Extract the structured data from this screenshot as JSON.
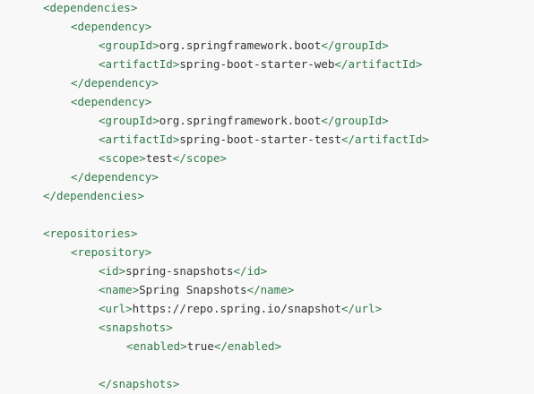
{
  "code_lines": [
    {
      "indent": 1,
      "open": "<dependencies>"
    },
    {
      "indent": 2,
      "open": "<dependency>"
    },
    {
      "indent": 3,
      "open": "<groupId>",
      "text": "org.springframework.boot",
      "close": "</groupId>"
    },
    {
      "indent": 3,
      "open": "<artifactId>",
      "text": "spring-boot-starter-web",
      "close": "</artifactId>"
    },
    {
      "indent": 2,
      "open": "</dependency>"
    },
    {
      "indent": 2,
      "open": "<dependency>"
    },
    {
      "indent": 3,
      "open": "<groupId>",
      "text": "org.springframework.boot",
      "close": "</groupId>"
    },
    {
      "indent": 3,
      "open": "<artifactId>",
      "text": "spring-boot-starter-test",
      "close": "</artifactId>"
    },
    {
      "indent": 3,
      "open": "<scope>",
      "text": "test",
      "close": "</scope>"
    },
    {
      "indent": 2,
      "open": "</dependency>"
    },
    {
      "indent": 1,
      "open": "</dependencies>"
    },
    {
      "indent": 0,
      "open": ""
    },
    {
      "indent": 1,
      "open": "<repositories>"
    },
    {
      "indent": 2,
      "open": "<repository>"
    },
    {
      "indent": 3,
      "open": "<id>",
      "text": "spring-snapshots",
      "close": "</id>"
    },
    {
      "indent": 3,
      "open": "<name>",
      "text": "Spring Snapshots",
      "close": "</name>"
    },
    {
      "indent": 3,
      "open": "<url>",
      "text": "https://repo.spring.io/snapshot",
      "close": "</url>"
    },
    {
      "indent": 3,
      "open": "<snapshots>"
    },
    {
      "indent": 4,
      "open": "<enabled>",
      "text": "true",
      "close": "</enabled>"
    },
    {
      "indent": 0,
      "open": ""
    },
    {
      "indent": 3,
      "open": "</snapshots>"
    }
  ],
  "colors": {
    "background": "#f8f8f8",
    "tag": "#2f7a48",
    "text": "#333333"
  }
}
